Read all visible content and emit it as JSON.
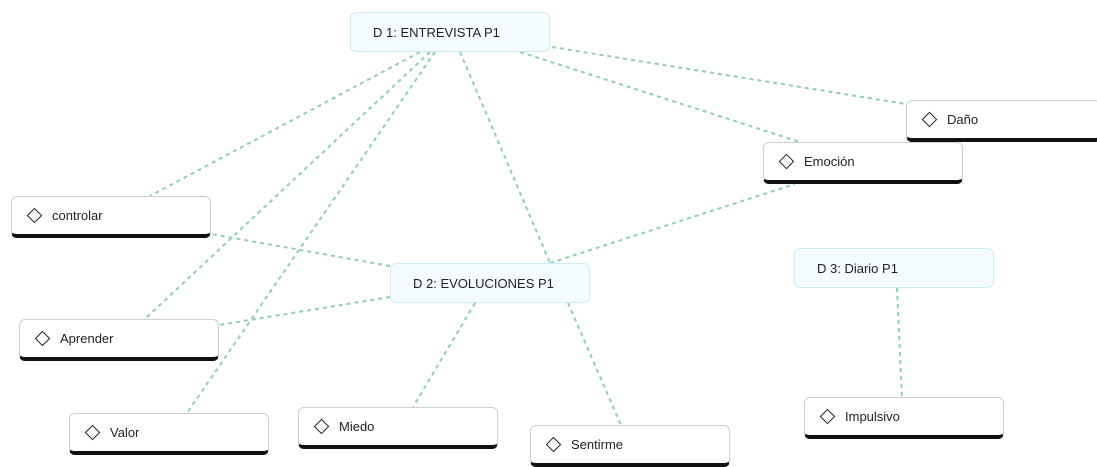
{
  "documents": {
    "d1": {
      "label": "D 1: ENTREVISTA P1"
    },
    "d2": {
      "label": "D 2: EVOLUCIONES P1"
    },
    "d3": {
      "label": "D 3: Diario P1"
    }
  },
  "codes": {
    "dano": {
      "label": "Daño"
    },
    "emocion": {
      "label": "Emoción"
    },
    "controlar": {
      "label": "controlar"
    },
    "aprender": {
      "label": "Aprender"
    },
    "valor": {
      "label": "Valor"
    },
    "miedo": {
      "label": "Miedo"
    },
    "sentirme": {
      "label": "Sentirme"
    },
    "impulsivo": {
      "label": "Impulsivo"
    }
  },
  "links": [
    {
      "from": "D 1: ENTREVISTA P1",
      "to": "Daño"
    },
    {
      "from": "D 1: ENTREVISTA P1",
      "to": "Emoción"
    },
    {
      "from": "D 1: ENTREVISTA P1",
      "to": "controlar"
    },
    {
      "from": "D 1: ENTREVISTA P1",
      "to": "Aprender"
    },
    {
      "from": "D 1: ENTREVISTA P1",
      "to": "Valor"
    },
    {
      "from": "D 1: ENTREVISTA P1",
      "to": "D 2: EVOLUCIONES P1"
    },
    {
      "from": "D 2: EVOLUCIONES P1",
      "to": "Emoción"
    },
    {
      "from": "D 2: EVOLUCIONES P1",
      "to": "controlar"
    },
    {
      "from": "D 2: EVOLUCIONES P1",
      "to": "Aprender"
    },
    {
      "from": "D 2: EVOLUCIONES P1",
      "to": "Miedo"
    },
    {
      "from": "D 2: EVOLUCIONES P1",
      "to": "Sentirme"
    },
    {
      "from": "D 3: Diario P1",
      "to": "Impulsivo"
    }
  ],
  "colors": {
    "link": "#8fd0b0",
    "document_fill": "#f5fcff",
    "document_border": "#cbeef6",
    "code_underline": "#111111"
  }
}
